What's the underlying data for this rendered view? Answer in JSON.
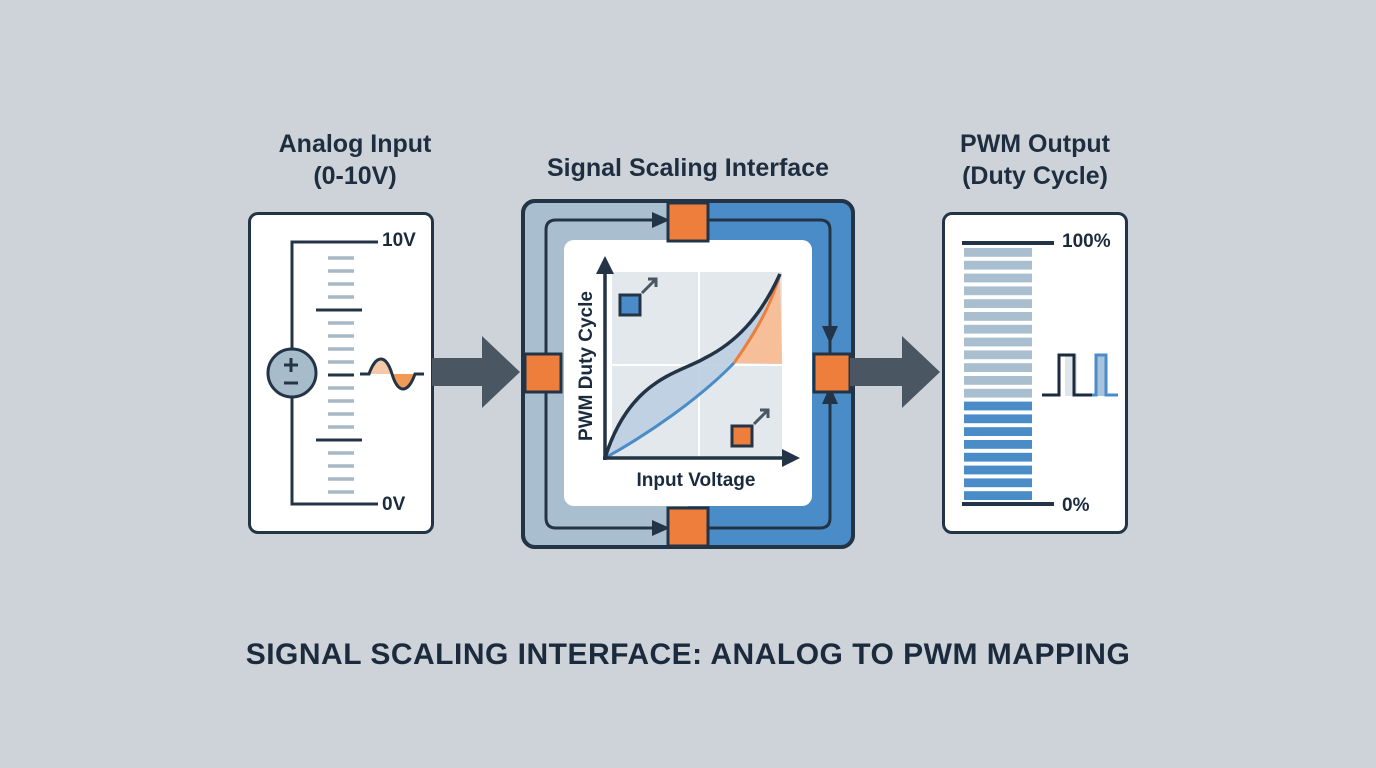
{
  "input_panel": {
    "title_line1": "Analog Input",
    "title_line2": "(0-10V)",
    "max_label": "10V",
    "min_label": "0V",
    "source_icon": "voltage-source-icon",
    "signal_icon": "sine-wave-icon"
  },
  "scaling_panel": {
    "title": "Signal Scaling Interface",
    "graph": {
      "x_axis_label": "Input Voltage",
      "y_axis_label": "PWM Duty Cycle",
      "curves": [
        "s-curve-mapping",
        "linear-mapping",
        "exponential-mapping"
      ],
      "icons": [
        "scale-up-icon-blue",
        "scale-up-icon-orange"
      ]
    }
  },
  "output_panel": {
    "title_line1": "PWM Output",
    "title_line2": "(Duty Cycle)",
    "max_label": "100%",
    "min_label": "0%",
    "duty_cycle_fill": 0.37,
    "signal_icon": "pwm-pulse-icon"
  },
  "caption": "SIGNAL SCALING INTERFACE: ANALOG TO PWM MAPPING",
  "colors": {
    "background": "#cdd3d8",
    "dark": "#243447",
    "blue": "#4a8cc8",
    "light_blue": "#a9bfd0",
    "orange": "#ee7e3c",
    "arrow": "#4a5662"
  }
}
